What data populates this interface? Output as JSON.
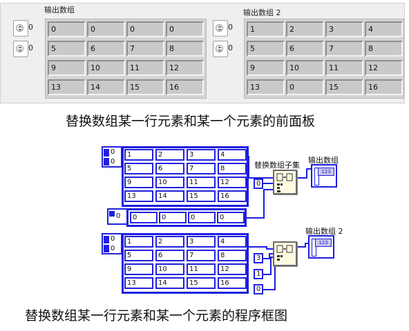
{
  "front_panel": {
    "array1": {
      "label": "输出数组",
      "index_row": "0",
      "index_col": "0",
      "rows": [
        [
          "0",
          "0",
          "0",
          "0"
        ],
        [
          "5",
          "6",
          "7",
          "8"
        ],
        [
          "9",
          "10",
          "11",
          "12"
        ],
        [
          "13",
          "14",
          "15",
          "16"
        ]
      ]
    },
    "array2": {
      "label": "输出数组 2",
      "index_row": "0",
      "index_col": "0",
      "rows": [
        [
          "1",
          "2",
          "3",
          "4"
        ],
        [
          "5",
          "6",
          "7",
          "8"
        ],
        [
          "9",
          "10",
          "11",
          "12"
        ],
        [
          "13",
          "0",
          "15",
          "16"
        ]
      ]
    }
  },
  "caption_front": "替换数组某一行元素和某一个元素的前面板",
  "block_diagram": {
    "array_top": {
      "index_row": "0",
      "index_col": "0",
      "rows": [
        [
          "1",
          "2",
          "3",
          "4"
        ],
        [
          "5",
          "6",
          "7",
          "8"
        ],
        [
          "9",
          "10",
          "11",
          "12"
        ],
        [
          "13",
          "14",
          "15",
          "16"
        ]
      ]
    },
    "row_array": {
      "index": "0",
      "values": [
        "0",
        "0",
        "0",
        "0"
      ]
    },
    "array_bottom": {
      "index_row": "0",
      "index_col": "0",
      "rows": [
        [
          "1",
          "2",
          "3",
          "4"
        ],
        [
          "5",
          "6",
          "7",
          "8"
        ],
        [
          "9",
          "10",
          "11",
          "12"
        ],
        [
          "13",
          "14",
          "15",
          "16"
        ]
      ]
    },
    "function_label": "替换数组子集",
    "const_top": "0",
    "const_row": "3",
    "const_col": "1",
    "const_val": "0",
    "indicator1_label": "输出数组",
    "indicator2_label": "输出数组 2",
    "indicator_tag": "123"
  },
  "caption_block": "替换数组某一行元素和某一个元素的程序框图"
}
